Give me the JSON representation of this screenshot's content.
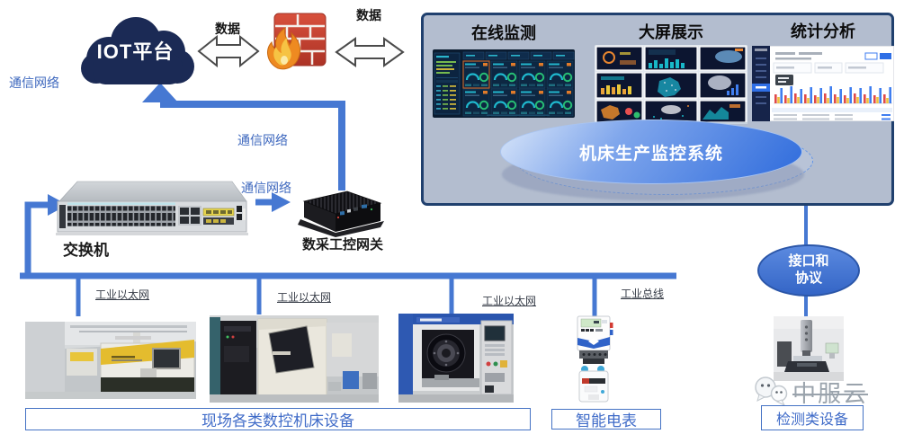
{
  "accent_colors": {
    "connector_blue": "#4678D2",
    "cloud_navy": "#1B2A55",
    "panel_background": "#B3BDCF",
    "panel_border": "#20406E",
    "caption_blue": "#3F6BC8",
    "interface_ellipse_blue": "#3465C6"
  },
  "cloud": {
    "label": "IOT平台"
  },
  "flow": {
    "data_left": "数据",
    "data_right": "数据"
  },
  "comm": {
    "c1": "通信网络",
    "c2": "通信网络",
    "c3": "通信网络"
  },
  "devices": {
    "switch": "交换机",
    "gateway": "数采工控网关"
  },
  "bus": {
    "eth1": "工业以太网",
    "eth2": "工业以太网",
    "eth3": "工业以太网",
    "fieldbus": "工业总线"
  },
  "panel": {
    "sections": [
      {
        "title": "在线监测"
      },
      {
        "title": "大屏展示"
      },
      {
        "title": "统计分析"
      }
    ],
    "system": "机床生产监控系统"
  },
  "branch": {
    "interface": "接口和协议",
    "detector": "检测类设备",
    "watermark": "中服云"
  },
  "captions": {
    "machines": "现场各类数控机床设备",
    "meter": "智能电表"
  }
}
